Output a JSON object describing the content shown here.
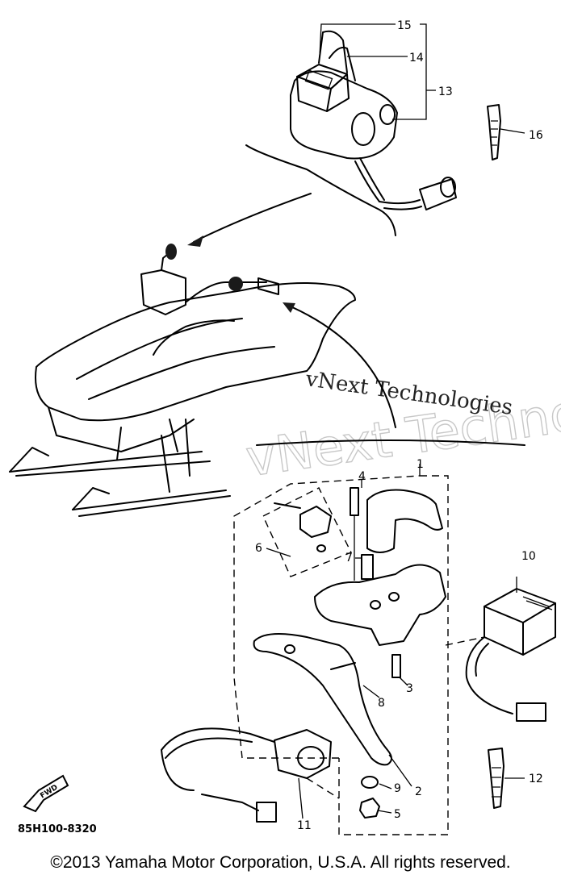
{
  "diagram": {
    "callouts": [
      "1",
      "2",
      "3",
      "4",
      "5",
      "6",
      "7",
      "8",
      "9",
      "10",
      "11",
      "12",
      "13",
      "14",
      "15",
      "16"
    ],
    "part_code": "85H100-8320",
    "fwd_label": "FWD",
    "watermark_outline": "vNext Technologies",
    "watermark_line": "vNext Technologies"
  },
  "footer": {
    "copyright": "©2013 Yamaha Motor Corporation, U.S.A. All rights reserved."
  }
}
